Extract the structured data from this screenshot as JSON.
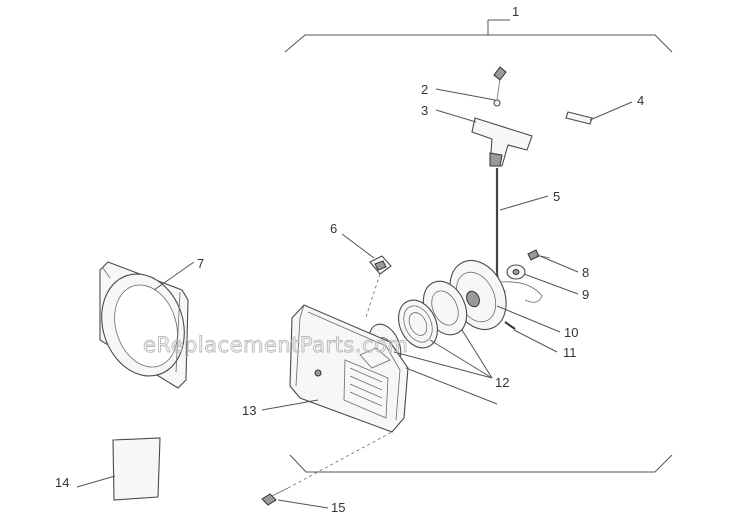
{
  "diagram": {
    "watermark": "eReplacementParts.com",
    "callouts": [
      {
        "id": "1",
        "label": "1"
      },
      {
        "id": "2",
        "label": "2"
      },
      {
        "id": "3",
        "label": "3"
      },
      {
        "id": "4",
        "label": "4"
      },
      {
        "id": "5",
        "label": "5"
      },
      {
        "id": "6",
        "label": "6"
      },
      {
        "id": "7",
        "label": "7"
      },
      {
        "id": "8",
        "label": "8"
      },
      {
        "id": "9",
        "label": "9"
      },
      {
        "id": "10",
        "label": "10"
      },
      {
        "id": "11",
        "label": "11"
      },
      {
        "id": "12",
        "label": "12"
      },
      {
        "id": "13",
        "label": "13"
      },
      {
        "id": "14",
        "label": "14"
      },
      {
        "id": "15",
        "label": "15"
      }
    ]
  }
}
